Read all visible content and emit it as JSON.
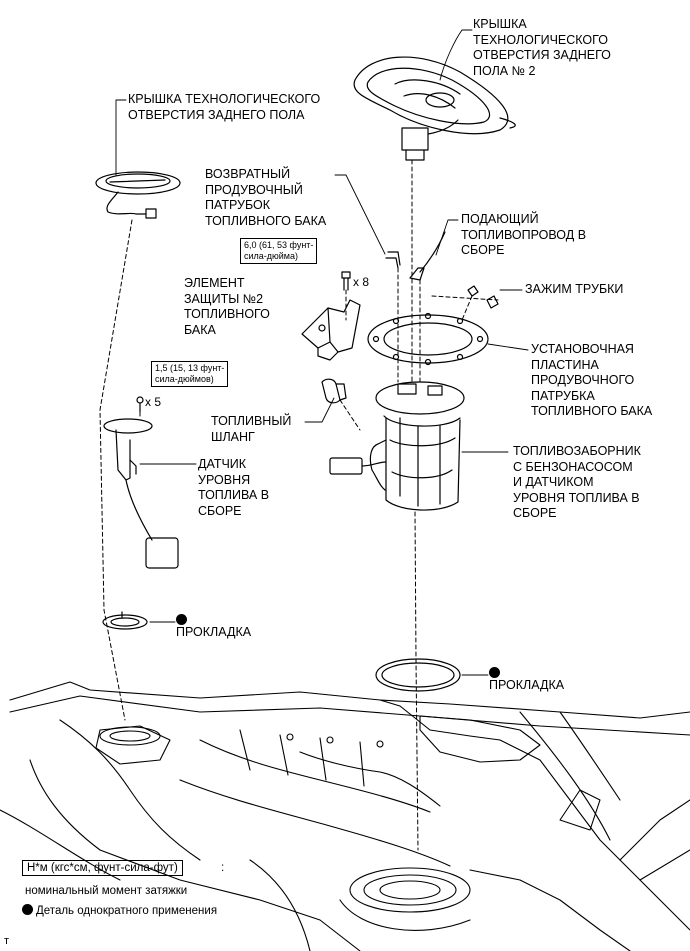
{
  "labels": {
    "rear_floor_hole_cover_2": [
      "КРЫШКА",
      "ТЕХНОЛОГИЧЕСКОГО",
      "ОТВЕРСТИЯ ЗАДНЕГО",
      "ПОЛА № 2"
    ],
    "rear_floor_hole_cover": [
      "КРЫШКА ТЕХНОЛОГИЧЕСКОГО",
      "ОТВЕРСТИЯ ЗАДНЕГО ПОЛА"
    ],
    "return_vent_pipe": [
      "ВОЗВРАТНЫЙ",
      "ПРОДУВОЧНЫЙ",
      "ПАТРУБОК",
      "ТОПЛИВНОГО БАКА"
    ],
    "fuel_supply_line": [
      "ПОДАЮЩИЙ",
      "ТОПЛИВОПРОВОД В",
      "СБОРЕ"
    ],
    "tube_clamp": [
      "ЗАЖИМ ТРУБКИ"
    ],
    "protector_2": [
      "ЭЛЕМЕНТ",
      "ЗАЩИТЫ №2",
      "ТОПЛИВНОГО",
      "БАКА"
    ],
    "vent_plate": [
      "УСТАНОВОЧНАЯ",
      "ПЛАСТИНА",
      "ПРОДУВОЧНОГО",
      "ПАТРУБКА",
      "ТОПЛИВНОГО БАКА"
    ],
    "fuel_hose": [
      "ТОПЛИВНЫЙ",
      "ШЛАНГ"
    ],
    "sender_gauge": [
      "ДАТЧИК",
      "УРОВНЯ",
      "ТОПЛИВА В",
      "СБОРЕ"
    ],
    "suction_assy": [
      "ТОПЛИВОЗАБОРНИК",
      "С БЕНЗОНАСОСОМ",
      "И ДАТЧИКОМ",
      "УРОВНЯ ТОПЛИВА В",
      "СБОРЕ"
    ],
    "gasket_small": "ПРОКЛАДКА",
    "gasket_large": "ПРОКЛАДКА"
  },
  "torques": {
    "protector": [
      "6,0 (61, 53 фунт-",
      "сила-дюйма)"
    ],
    "sender": [
      "1,5 (15, 13 фунт-",
      "сила-дюймов)"
    ]
  },
  "quantities": {
    "protector_bolts": "x 8",
    "sender_screws": "x 5"
  },
  "legend": {
    "unit_box": "Н*м (кгс*см, фунт-сила-фут)",
    "unit_colon": ":",
    "unit_desc": "номинальный момент затяжки",
    "non_reusable": "Деталь однократного применения"
  },
  "footer_mark": "т"
}
